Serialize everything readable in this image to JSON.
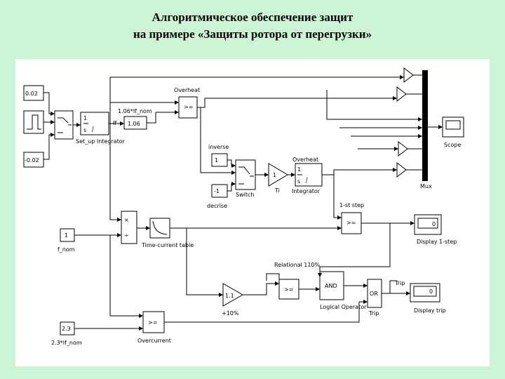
{
  "title": {
    "line1": "Алгоритмическое обеспечение защит",
    "line2": "на примере «Защиты ротора от перегрузки»"
  },
  "diagram": {
    "const_002": "0.02",
    "const_m002": "-0.02",
    "setup_integrator_label": "Set_up Integrator",
    "integrator_num": "1",
    "integrator_den": "s",
    "signal_if": "If",
    "overheat_label": "Overheat",
    "gain_106_label": "1.06*If_nom",
    "gain_106_value": "1.06",
    "compare_ge": ">=",
    "inverse_label": "inverse",
    "const_1": "1",
    "const_m1": "-1",
    "decrise_label": "decrise",
    "switch_label": "Switch",
    "ti_gain_value": "1",
    "ti_label": "Ti",
    "overheat_integrator_top": "Overheat",
    "overheat_integrator_bottom": "Integrator",
    "mux_label": "Mux",
    "scope_label": "Scope",
    "first_step_label": "1-st step",
    "fnom_value": "1",
    "fnom_label": "f_nom",
    "product_times": "×",
    "product_div": "÷",
    "time_current_label": "Time-current table",
    "display_1step_value": "0",
    "display_1step_label": "Display 1-step",
    "relational_label": "Relational 110%",
    "gain_11_value": "1.1",
    "gain_110_label": "+10%",
    "and_label": "AND",
    "logical_operator_label": "Logical Operator",
    "or_label": "OR",
    "trip_label": "Trip",
    "trip_top_label": "Trip",
    "display_trip_value": "0",
    "display_trip_label": "Display trip",
    "const_23": "2.3",
    "const_23_label": "2.3*If_nom",
    "overcurrent_label": "Overcurrent"
  }
}
